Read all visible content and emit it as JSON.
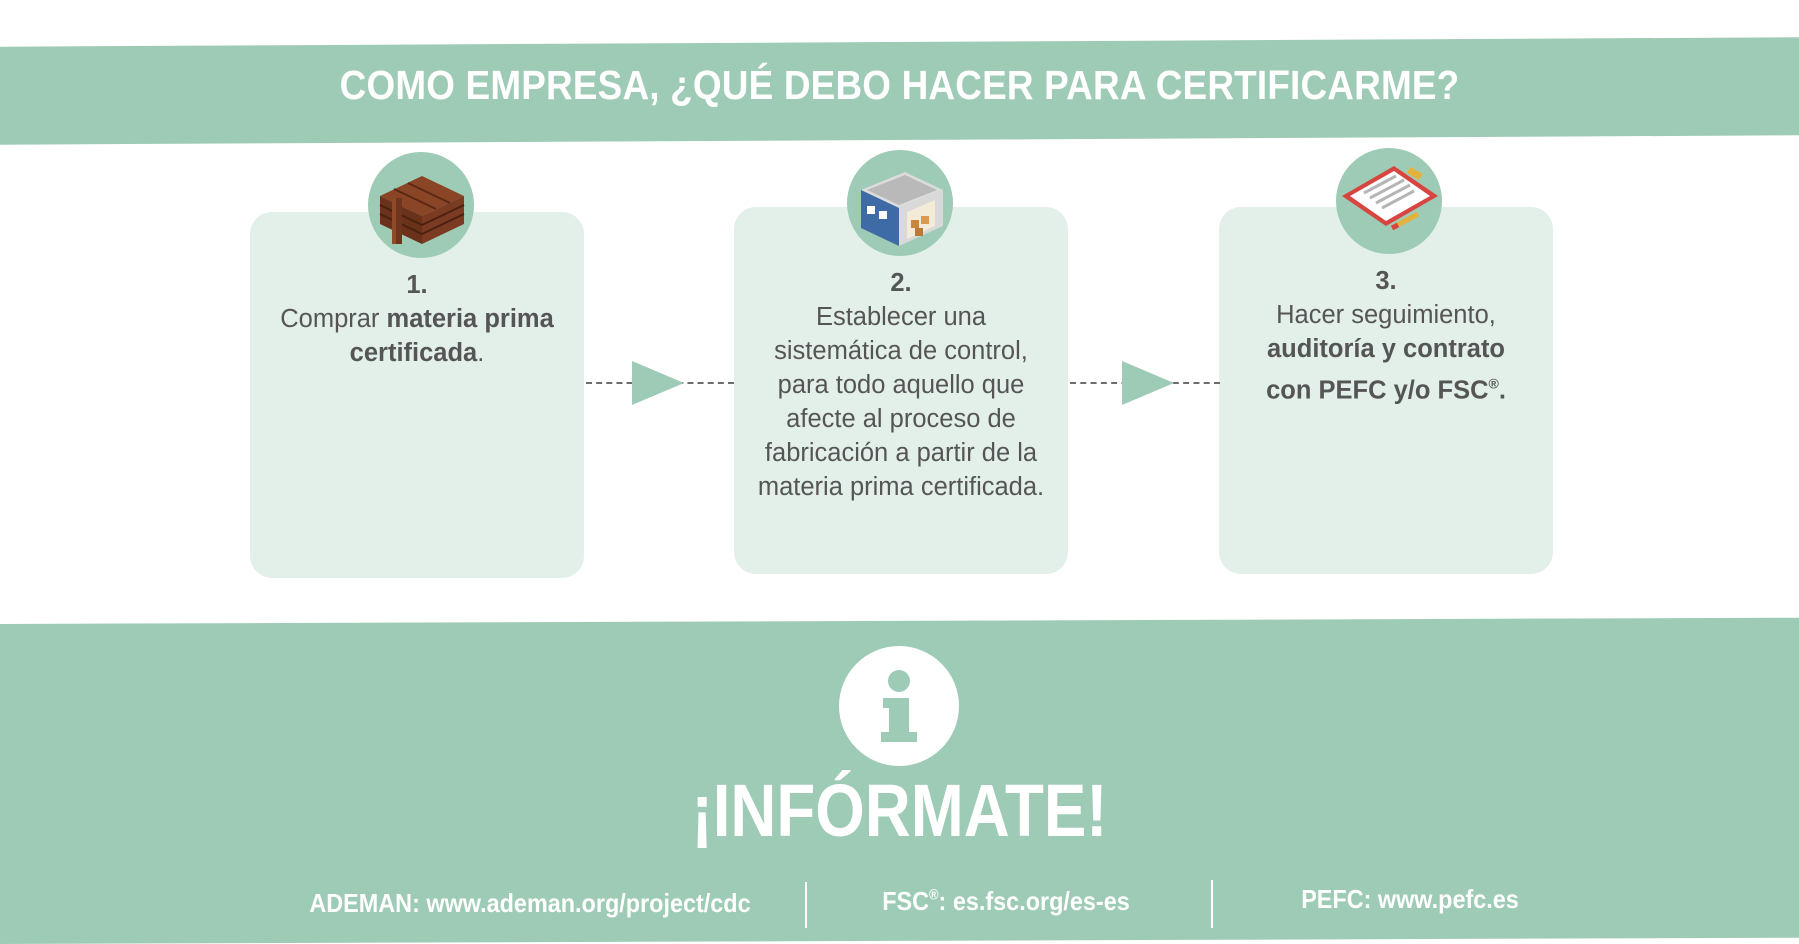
{
  "header": {
    "title": "COMO EMPRESA, ¿QUÉ DEBO HACER PARA CERTIFICARME?"
  },
  "steps": [
    {
      "number": "1.",
      "icon": "wood-planks-icon",
      "text_plain": "Comprar",
      "text_bold": "materia prima certificada",
      "text_end": "."
    },
    {
      "number": "2.",
      "icon": "factory-warehouse-icon",
      "text": "Establecer una sistemática de control, para todo aquello que afecte al proceso de fabricación a partir de la materia prima certificada."
    },
    {
      "number": "3.",
      "icon": "clipboard-contract-icon",
      "text_plain": "Hacer seguimiento,",
      "text_bold": "auditoría y contrato con PEFC y/o FSC",
      "text_sup": "®",
      "text_end": "."
    }
  ],
  "footer": {
    "icon": "info-icon",
    "cta": "¡INFÓRMATE!",
    "links": [
      {
        "label": "ADEMAN:",
        "url": "www.ademan.org/project/cdc"
      },
      {
        "label": "FSC",
        "sup": "®",
        "label_end": ":",
        "url": "es.fsc.org/es-es"
      },
      {
        "label": "PEFC:",
        "url": "www.pefc.es"
      }
    ]
  },
  "colors": {
    "accent_green": "#9ecbb5",
    "card_bg": "#e3efe9",
    "text_dark": "#555555",
    "wood_brown": "#7a3b22",
    "factory_blue": "#3e6aa6",
    "clipboard_red": "#d8443f"
  }
}
